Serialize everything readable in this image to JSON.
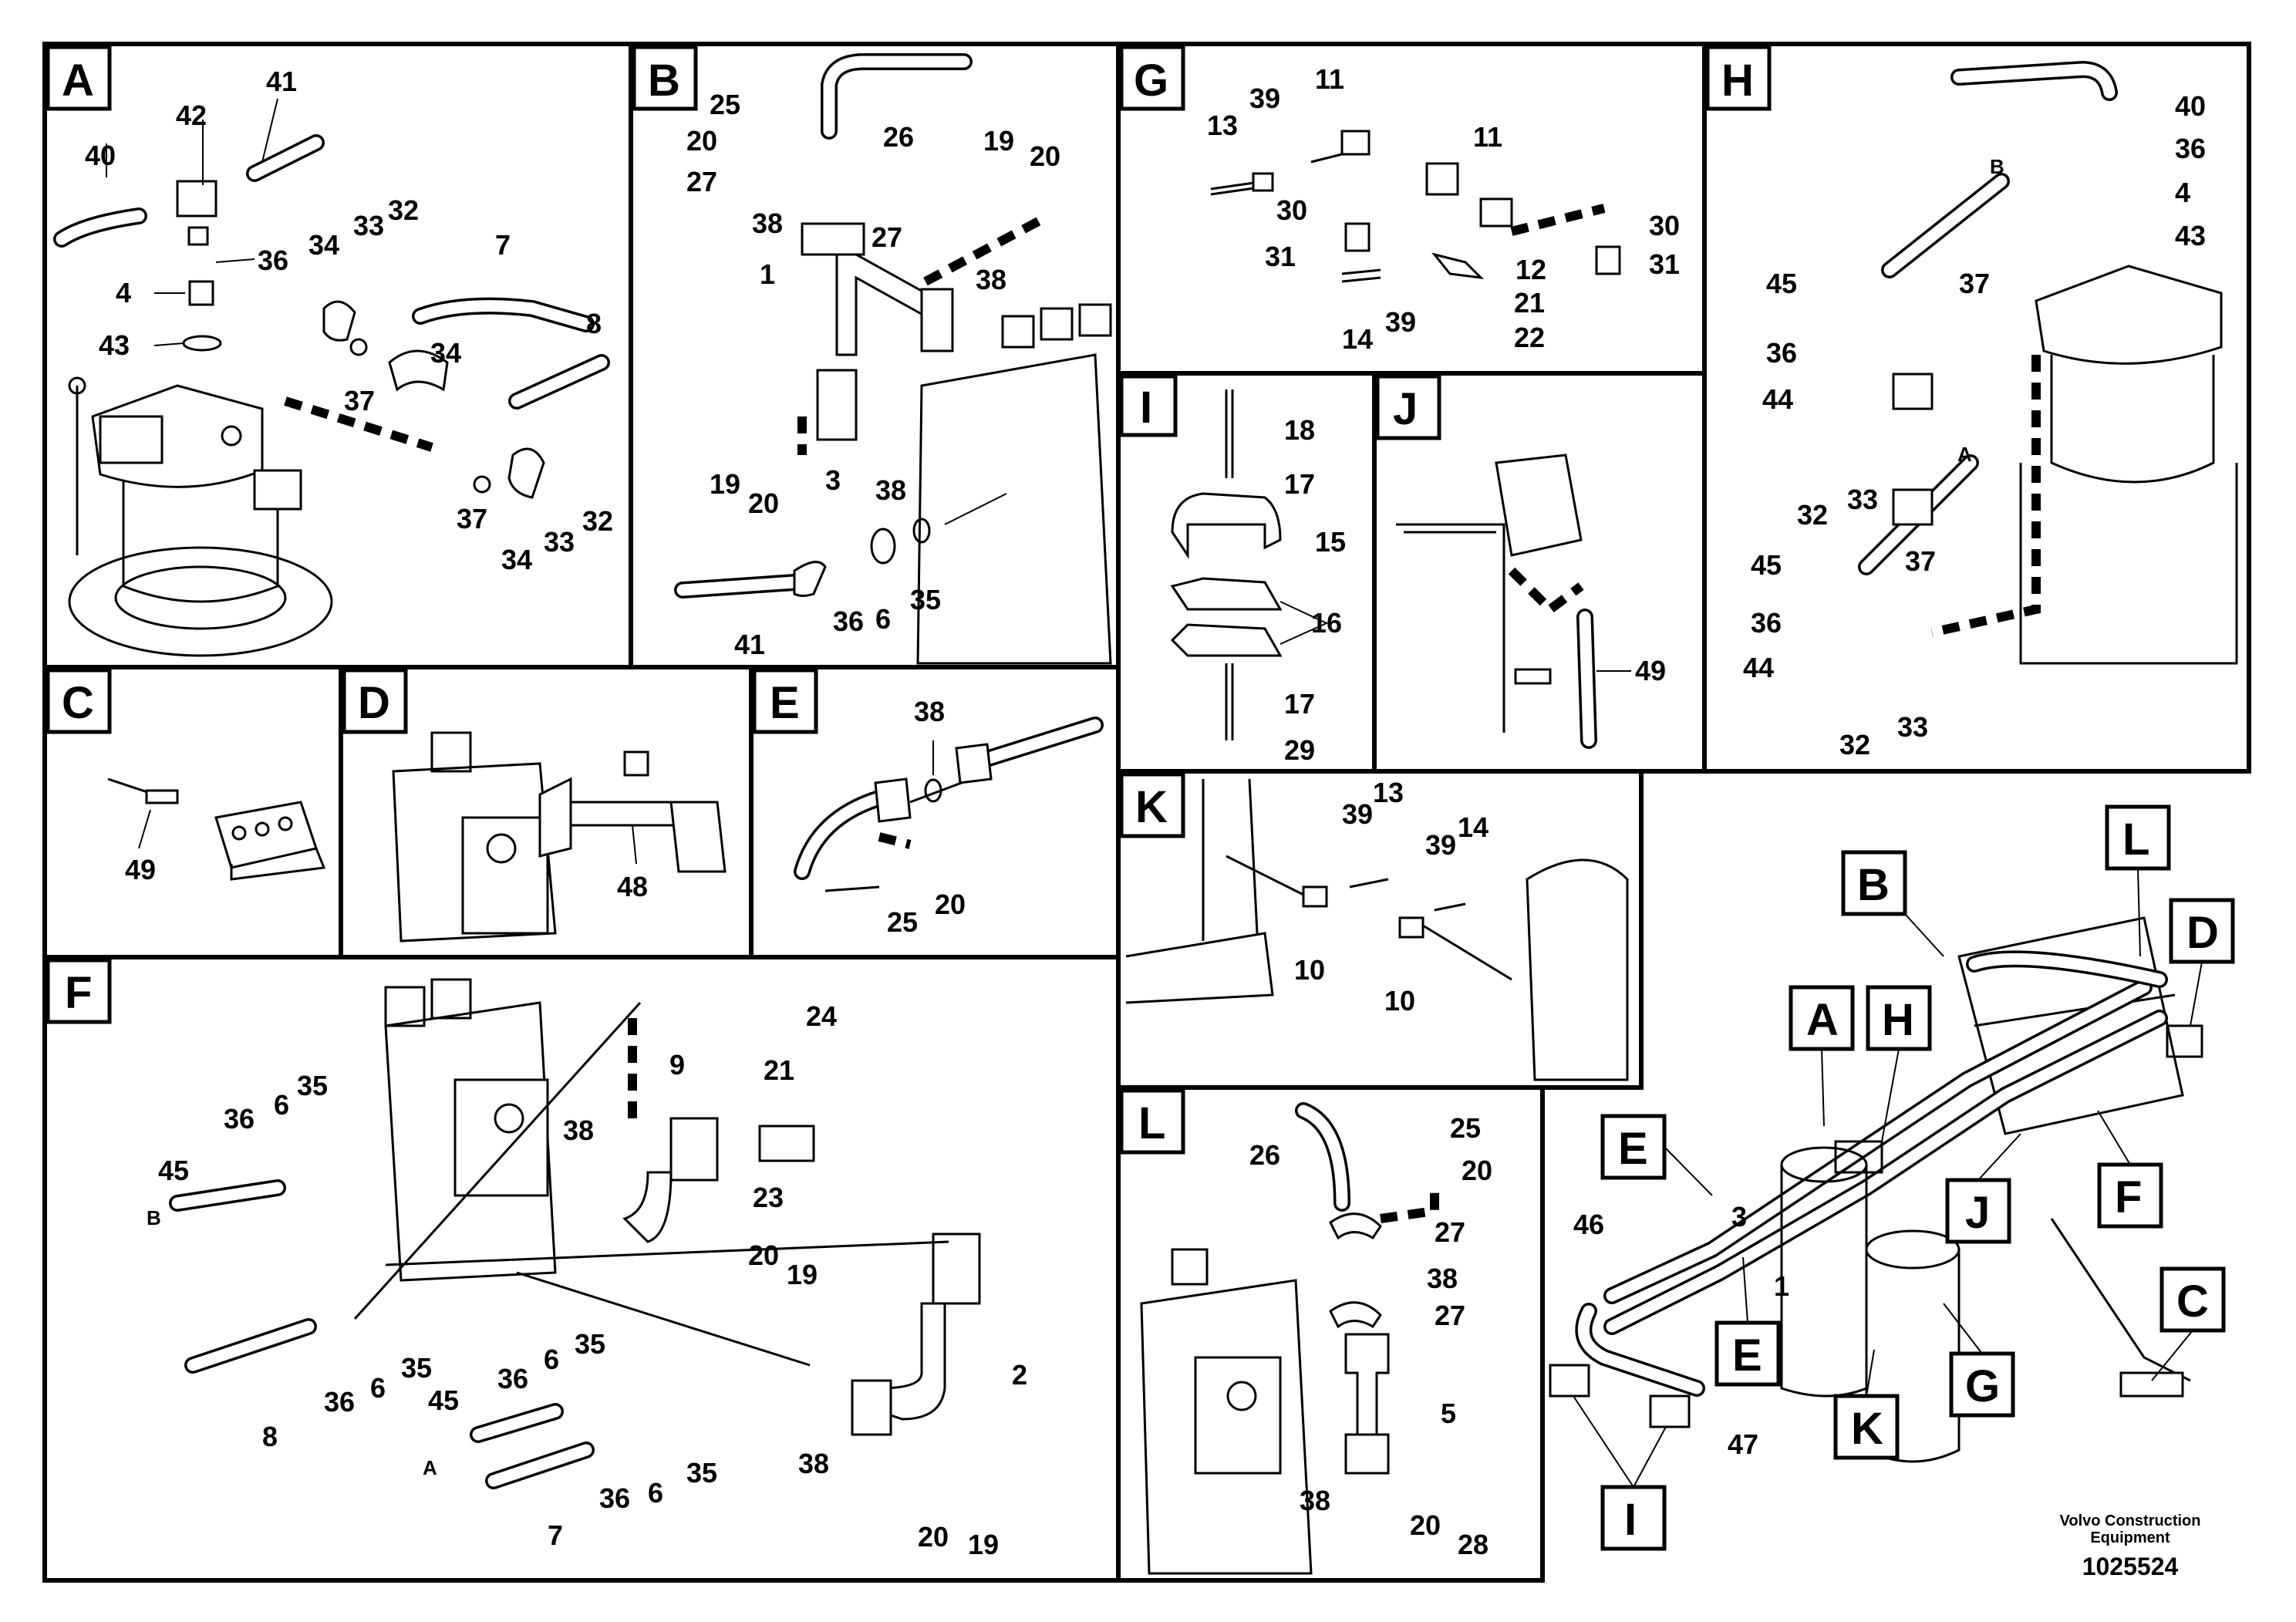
{
  "panels": {
    "A": {
      "label": "A",
      "callouts": [
        "41",
        "42",
        "40",
        "36",
        "4",
        "43",
        "34",
        "33",
        "32",
        "7",
        "8",
        "34",
        "37",
        "37",
        "34",
        "33",
        "32"
      ]
    },
    "B": {
      "label": "B",
      "callouts": [
        "25",
        "20",
        "26",
        "27",
        "38",
        "27",
        "19",
        "20",
        "1",
        "38",
        "19",
        "20",
        "3",
        "38",
        "41",
        "36",
        "6",
        "35"
      ]
    },
    "G": {
      "label": "G",
      "callouts": [
        "11",
        "13",
        "39",
        "11",
        "30",
        "30",
        "31",
        "31",
        "12",
        "21",
        "14",
        "39",
        "22"
      ]
    },
    "H": {
      "label": "H",
      "callouts": [
        "40",
        "36",
        "4",
        "43",
        "B",
        "45",
        "37",
        "36",
        "44",
        "32",
        "33",
        "A",
        "45",
        "37",
        "36",
        "44",
        "32",
        "33"
      ]
    },
    "I": {
      "label": "I",
      "callouts": [
        "18",
        "17",
        "15",
        "16",
        "17",
        "29"
      ]
    },
    "J": {
      "label": "J",
      "callouts": [
        "49"
      ]
    },
    "C": {
      "label": "C",
      "callouts": [
        "49"
      ]
    },
    "D": {
      "label": "D",
      "callouts": [
        "48"
      ]
    },
    "E": {
      "label": "E",
      "callouts": [
        "38",
        "25",
        "20"
      ]
    },
    "K": {
      "label": "K",
      "callouts": [
        "39",
        "13",
        "39",
        "14",
        "10",
        "10"
      ]
    },
    "F": {
      "label": "F",
      "callouts": [
        "45",
        "36",
        "6",
        "35",
        "B",
        "38",
        "9",
        "21",
        "24",
        "23",
        "20",
        "19",
        "8",
        "36",
        "6",
        "35",
        "35",
        "6",
        "36",
        "45",
        "A",
        "7",
        "36",
        "6",
        "35",
        "2",
        "38",
        "20",
        "19"
      ]
    },
    "L": {
      "label": "L",
      "callouts": [
        "26",
        "25",
        "20",
        "27",
        "38",
        "27",
        "5",
        "38",
        "20",
        "28"
      ]
    }
  },
  "overview": {
    "tags": [
      "B",
      "L",
      "D",
      "A",
      "H",
      "E",
      "F",
      "J",
      "C",
      "E",
      "G",
      "K",
      "I"
    ],
    "callouts": [
      "3",
      "46",
      "1",
      "47"
    ]
  },
  "footer": {
    "company_line1": "Volvo Construction",
    "company_line2": "Equipment",
    "drawing_number": "1025524"
  }
}
